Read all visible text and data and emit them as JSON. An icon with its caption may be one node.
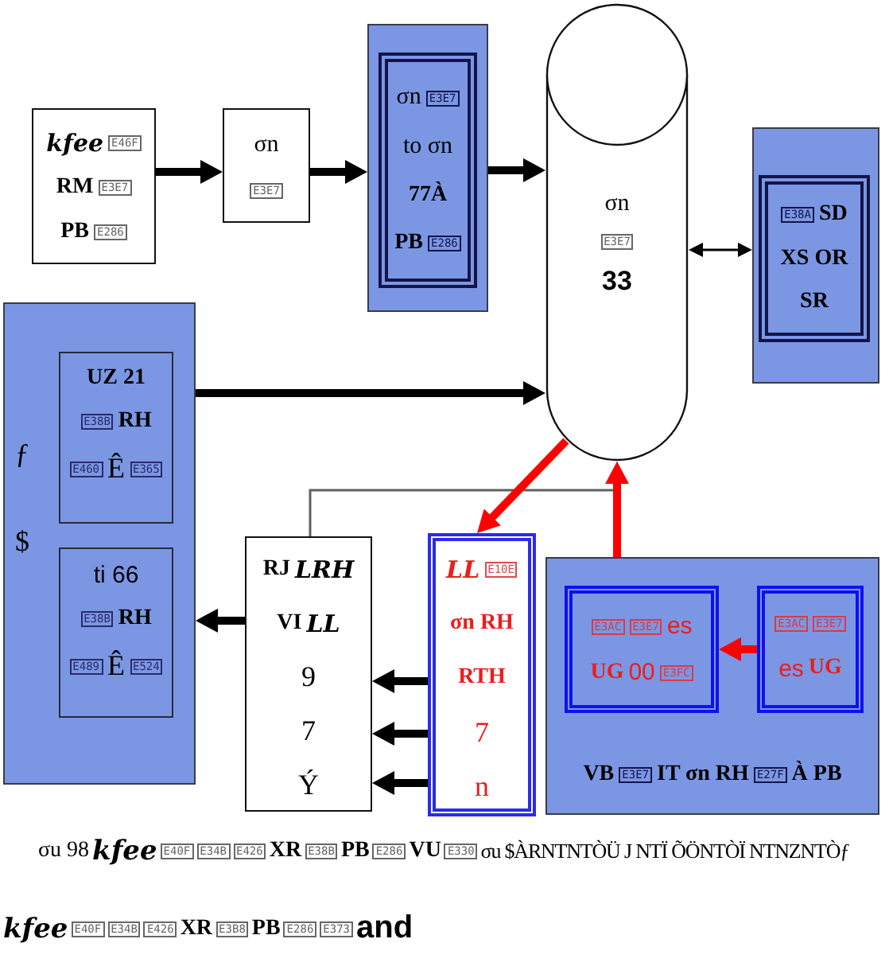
{
  "diagram": {
    "nodes": [
      {
        "text": [
          "kfee",
          "E46F",
          "RM",
          "E3E7",
          "PB",
          "E286"
        ]
      },
      {
        "text": [
          "σn",
          "E3E7"
        ]
      },
      {
        "text": [],
        "shape": "box"
      },
      {
        "text": [
          "σn",
          "E3E7",
          "to σn",
          "77À",
          "PB",
          "E286"
        ],
        "in": 2
      },
      {
        "text": [
          "σn",
          "E3E7",
          "33"
        ]
      },
      {
        "text": [],
        "shape": "box"
      },
      {
        "text": [
          "E38A",
          "SD",
          "XS OR",
          "SR"
        ],
        "in": 5
      },
      {
        "text": [
          "ƒ",
          "$"
        ]
      },
      {
        "text": [
          "UZ 21",
          "E38B",
          "RH",
          "E460",
          "Ê",
          "E365"
        ],
        "in": 7
      },
      {
        "text": [
          "ti 66",
          "E38B",
          "RH",
          "E489",
          "Ê",
          "E524"
        ],
        "in": 7
      },
      {
        "text": [
          "RJ",
          "LRH",
          "VI",
          "LL",
          "9",
          "7",
          "Ý"
        ]
      },
      {
        "text": [
          "LL",
          "E10E",
          "σn RH",
          "RTH",
          "7",
          "n"
        ]
      },
      {
        "text": [
          "VB",
          "E3E7",
          "IT σn RH",
          "E27F",
          "À PB"
        ]
      },
      {
        "text": [
          "E3AC",
          "E3E7",
          "es",
          "UG",
          "00",
          "E3FC"
        ],
        "in": 12
      },
      {
        "text": [
          "E3AC",
          "E3E7",
          "es",
          "UG"
        ],
        "in": 12
      }
    ],
    "edges": [
      {
        "from": 0,
        "to": 1,
        "arrow": "to"
      },
      {
        "from": 1,
        "to": 2,
        "arrow": "to"
      },
      {
        "from": 2,
        "to": 4,
        "arrow": "to"
      },
      {
        "from": 4,
        "to": 5,
        "arrow": "both"
      },
      {
        "from": 7,
        "to": 4,
        "arrow": "to"
      },
      {
        "from": 10,
        "to": 7,
        "arrow": "to"
      },
      {
        "from": 11,
        "to": 10,
        "arrow": "to"
      },
      {
        "from": 11,
        "to": 10,
        "arrow": "to"
      },
      {
        "from": 11,
        "to": 10,
        "arrow": "to"
      },
      {
        "from": 4,
        "to": 11,
        "arrow": "to",
        "color": "#ff0000"
      },
      {
        "from": 12,
        "to": 4,
        "arrow": "to",
        "color": "#ff0000"
      },
      {
        "from": 10,
        "to": 4,
        "arrow": "to",
        "color": "#606060"
      },
      {
        "from": 14,
        "to": 13,
        "arrow": "to",
        "color": "#ff0000"
      }
    ],
    "labels": [
      "σu 98",
      "kfee",
      "E40F",
      "E34B",
      "E426",
      "XR",
      "E38B",
      "PB",
      "E286",
      "VU",
      "E330",
      "σu $ÀRNTNTÒÜ J NTÏ ÕÖNTÒÏ NTNZNTÒƒ",
      "kfee",
      "E40F",
      "E34B",
      "E426",
      "XR",
      "E3B8",
      "PB",
      "E286",
      "E373",
      "and"
    ]
  }
}
